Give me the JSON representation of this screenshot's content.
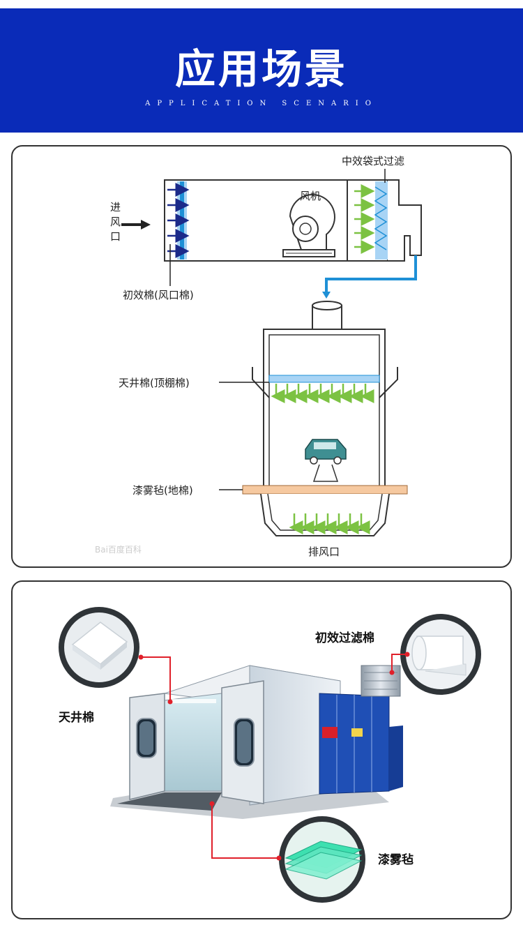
{
  "header": {
    "title": "应用场景",
    "subtitle": "APPLICATION SCENARIO",
    "background_color": "#0a2bb8"
  },
  "diagram": {
    "labels": {
      "inlet": [
        "进",
        "风",
        "口"
      ],
      "primary_filter": "初效棉(风口棉)",
      "fan": "风机",
      "bag_filter": "中效袋式过滤",
      "ceiling_filter": "天井棉(顶棚棉)",
      "floor_filter": "漆雾毡(地棉)",
      "exhaust": "排风口"
    },
    "watermark": "Bai百度百科",
    "colors": {
      "filter_blue": "#a8d4f5",
      "duct_blue": "#1e90d6",
      "arrow_green": "#7cc242",
      "arrow_navy": "#1b2a8a",
      "floor_tan": "#f6c9a0",
      "car_teal": "#3f8f92"
    }
  },
  "product": {
    "labels": {
      "primary_filter": "初效过滤棉",
      "ceiling_filter": "天井棉",
      "paint_stop": "漆雾毡"
    },
    "colors": {
      "booth_blue": "#1f4fb5",
      "pointer_red": "#e0202a",
      "green_filter": "#3ee0b0"
    }
  }
}
